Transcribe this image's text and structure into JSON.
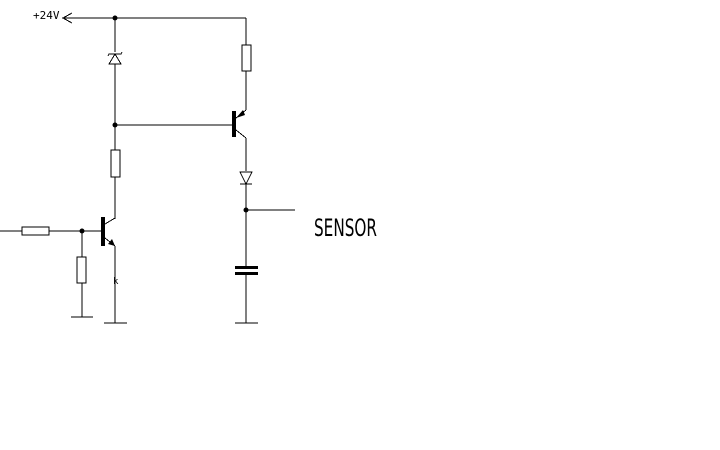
{
  "diagram": {
    "supply_label": "+24V",
    "output_label": "SENSOR",
    "emitter_mark": "k",
    "colors": {
      "background": "#ffffff",
      "line": "#000000"
    }
  }
}
